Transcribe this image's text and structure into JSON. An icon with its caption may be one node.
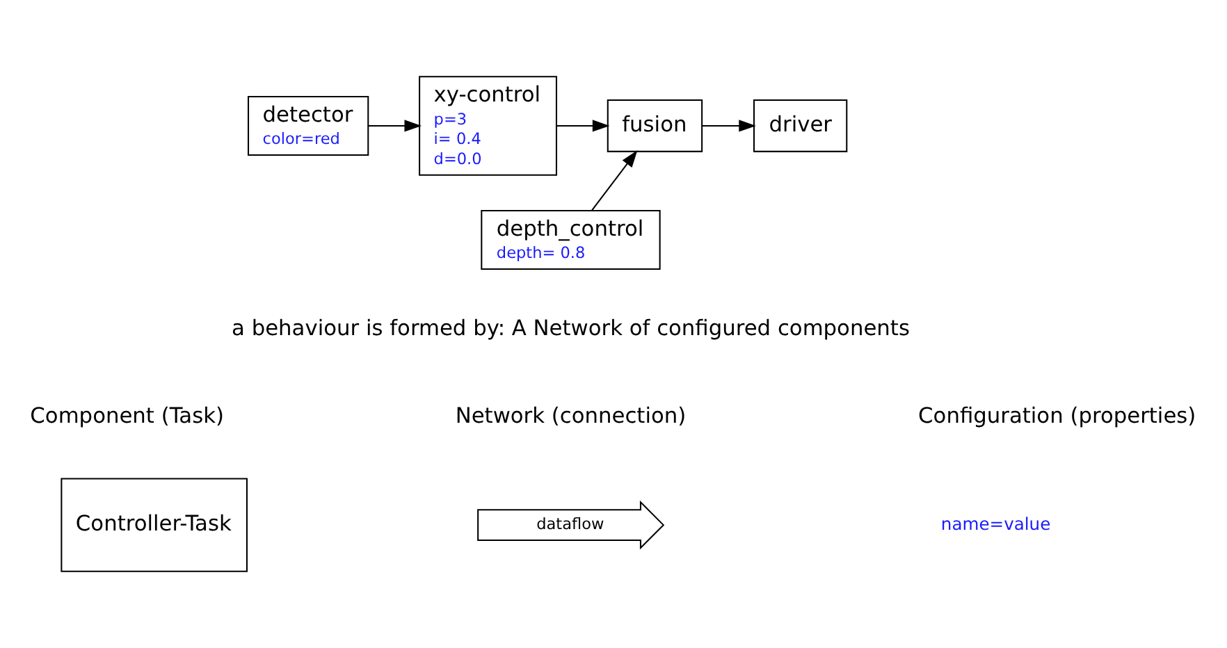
{
  "diagram": {
    "nodes": [
      {
        "text": [
          "detector",
          "color=red"
        ]
      },
      {
        "text": [
          "xy-control",
          "p=3",
          "i= 0.4",
          "d=0.0"
        ]
      },
      {
        "text": [
          "depth_control",
          "depth= 0.8"
        ]
      },
      {
        "text": [
          "fusion"
        ]
      },
      {
        "text": [
          "driver"
        ]
      },
      {
        "text": [
          "Controller-Task"
        ]
      }
    ],
    "edges": [
      {
        "from": 0,
        "to": 1,
        "arrow": "to"
      },
      {
        "from": 1,
        "to": 3,
        "arrow": "to"
      },
      {
        "from": 2,
        "to": 3,
        "arrow": "to"
      },
      {
        "from": 3,
        "to": 4,
        "arrow": "to"
      }
    ],
    "labels": [
      "a behaviour is formed by: A Network of configured components",
      "Component (Task)",
      "Network (connection)",
      "Configuration (properties)",
      "name=value"
    ],
    "legend": [
      {
        "text": "dataflow"
      }
    ]
  }
}
